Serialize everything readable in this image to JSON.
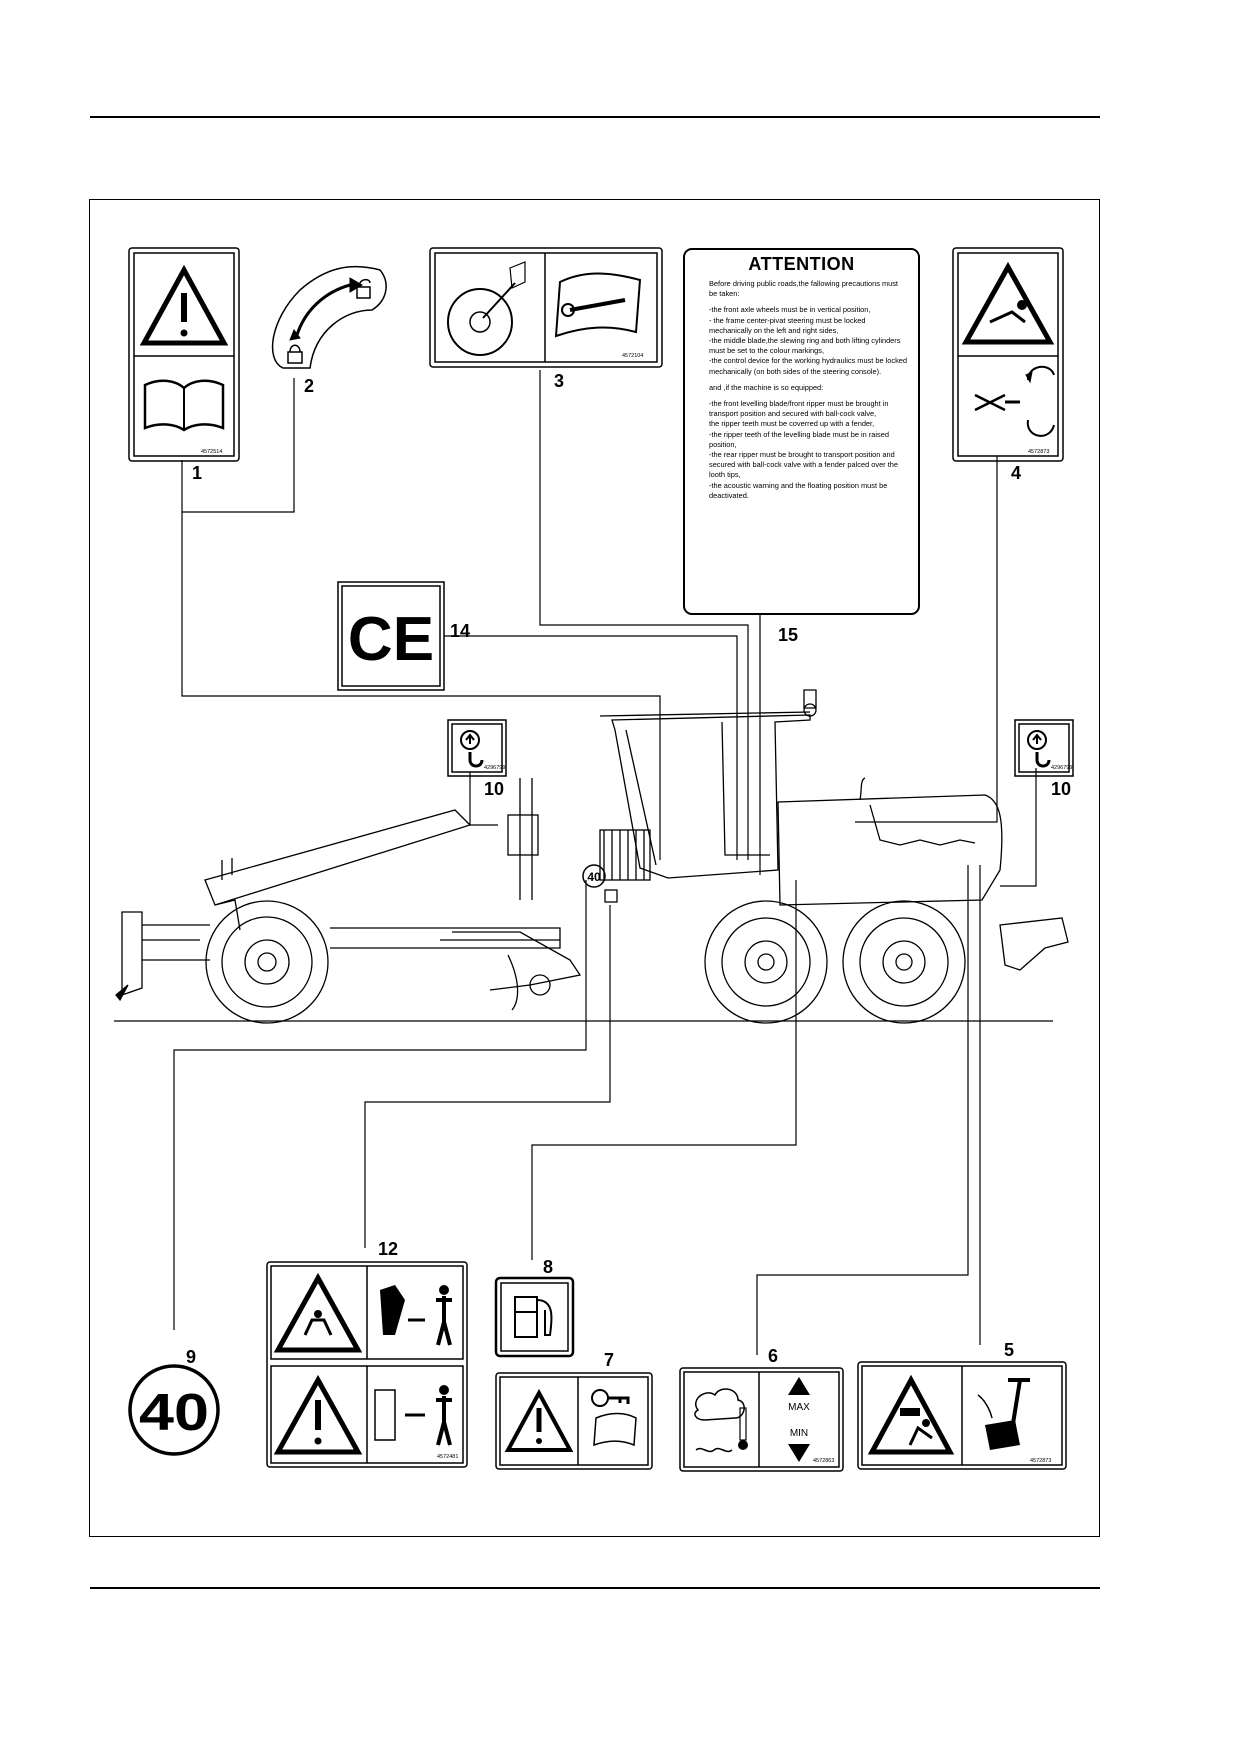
{
  "labels": {
    "n1": "1",
    "n2": "2",
    "n3": "3",
    "n4": "4",
    "n5": "5",
    "n6": "6",
    "n7": "7",
    "n8": "8",
    "n9": "9",
    "n10a": "10",
    "n10b": "10",
    "n12": "12",
    "n14": "14",
    "n15": "15"
  },
  "attention": {
    "title": "ATTENTION",
    "lead": "Before driving public roads,the fallowing precautions must be taken:",
    "items1": [
      "-the front axle wheels must be in vertical position,",
      "- the frame center-pivat steering must be locked mechanically on the left and right sides,",
      "-the middle blade,the slewing ring and both lifting cylinders must be set to the colour markings,",
      "-the control device for the working hydraulics must be locked mechanically (on both sides of the steering console)."
    ],
    "mid": "and ,if the machine is so equipped:",
    "items2": [
      "-the front levelling blade/front ripper must be brought in transport position and secured with ball-cock valve,",
      "the ripper teeth must be coverred up with a fender,",
      "-the ripper teeth of the levelling blade must be in raised position,",
      "-the rear ripper must be brought to transport position and secured with ball-cock valve with a fender palced over the looth tips,",
      "-the acoustic warning and the floating position must be deactivated."
    ]
  },
  "decals": {
    "ce": "CE",
    "speed": "40",
    "speed_small": "40",
    "max": "MAX",
    "min": "MIN",
    "codes": {
      "d1": "4572514",
      "d3": "4572104",
      "d4": "4572873",
      "d5": "4572873",
      "d6": "4572863",
      "d12": "4572481",
      "d10": "4296799"
    }
  },
  "icons": [
    "warning-triangle-icon",
    "manual-book-icon",
    "lock-icon",
    "unlock-icon",
    "wheel-icon",
    "wrench-book-icon",
    "crush-hazard-icon",
    "rotation-icon",
    "fuel-pump-icon",
    "thermometer-icon",
    "lifting-hook-icon",
    "person-icon",
    "key-icon"
  ]
}
